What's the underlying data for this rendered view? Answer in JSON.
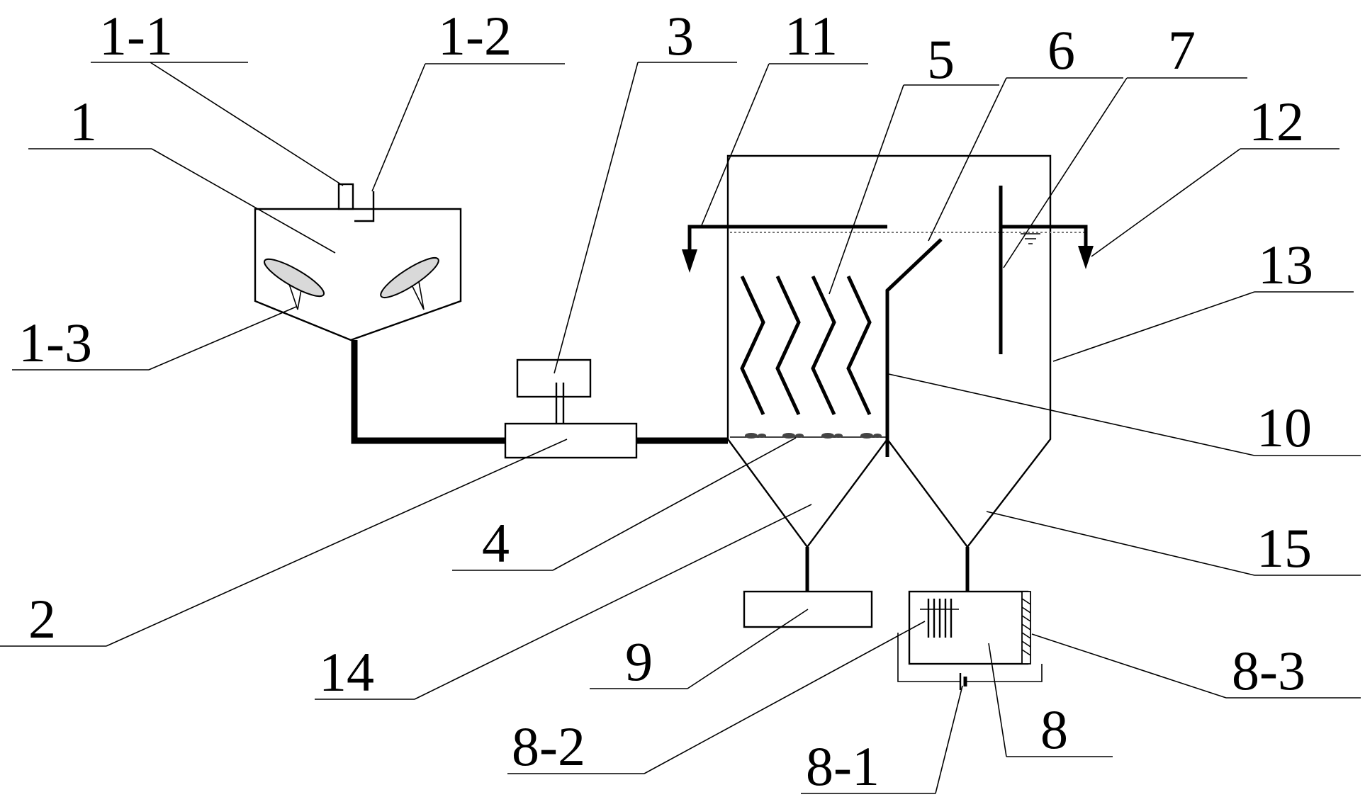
{
  "labels": {
    "l1": "1",
    "l1_1": "1-1",
    "l1_2": "1-2",
    "l1_3": "1-3",
    "l2": "2",
    "l3": "3",
    "l4": "4",
    "l5": "5",
    "l6": "6",
    "l7": "7",
    "l8": "8",
    "l8_1": "8-1",
    "l8_2": "8-2",
    "l8_3": "8-3",
    "l9": "9",
    "l10": "10",
    "l11": "11",
    "l12": "12",
    "l13": "13",
    "l14": "14",
    "l15": "15"
  },
  "colors": {
    "line": "#000000",
    "background": "#ffffff"
  }
}
